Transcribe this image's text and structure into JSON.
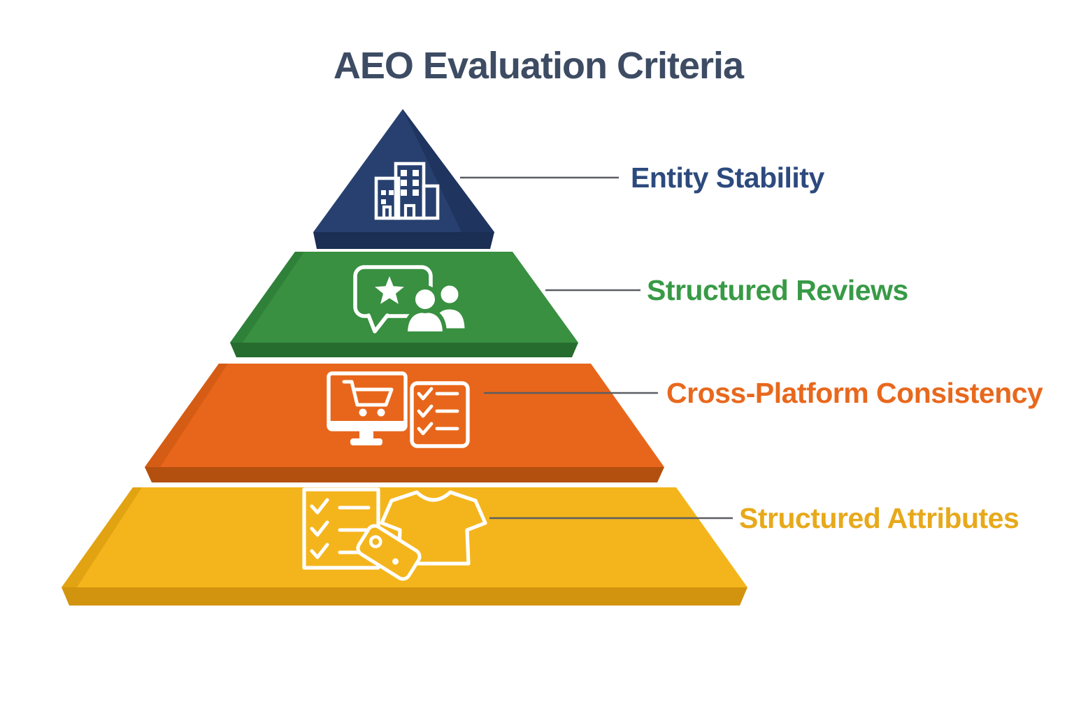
{
  "title": "AEO Evaluation Criteria",
  "title_color": "#3d4c63",
  "background_color": "#ffffff",
  "connector_color": "#5b5e63",
  "levels": [
    {
      "rank": 1,
      "label": "Entity Stability",
      "icon": "building-icon",
      "face_color": "#27406f",
      "lip_color": "#1b2e53",
      "shade_color": "#1f3560",
      "label_color": "#2d4a7e"
    },
    {
      "rank": 2,
      "label": "Structured Reviews",
      "icon": "review-speech-bubble-people-icon",
      "face_color": "#389040",
      "lip_color": "#276c2f",
      "shade_color": "#2f813a",
      "label_color": "#389a46"
    },
    {
      "rank": 3,
      "label": "Cross-Platform Consistency",
      "icon": "monitor-cart-checklist-icon",
      "face_color": "#e8661b",
      "lip_color": "#b4500f",
      "shade_color": "#d55c14",
      "label_color": "#e8681d"
    },
    {
      "rank": 4,
      "label": "Structured Attributes",
      "icon": "checklist-tshirt-tag-icon",
      "face_color": "#f4b51c",
      "lip_color": "#d2940e",
      "shade_color": "#e2a312",
      "label_color": "#e7a91b"
    }
  ]
}
